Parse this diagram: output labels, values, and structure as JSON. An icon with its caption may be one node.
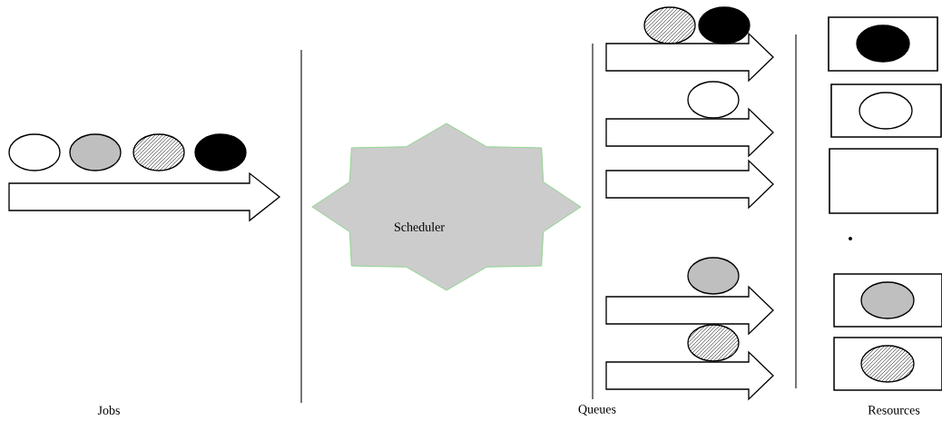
{
  "diagram": {
    "nodes": [
      {
        "text": [
          "Scheduler"
        ]
      },
      {
        "text": [],
        "shape": "box"
      },
      {
        "text": [],
        "shape": "box"
      },
      {
        "text": [],
        "shape": "box"
      },
      {
        "text": [],
        "shape": "box"
      },
      {
        "text": [],
        "shape": "box"
      }
    ],
    "labels": [
      "Jobs",
      "Queues",
      "Resources"
    ]
  }
}
